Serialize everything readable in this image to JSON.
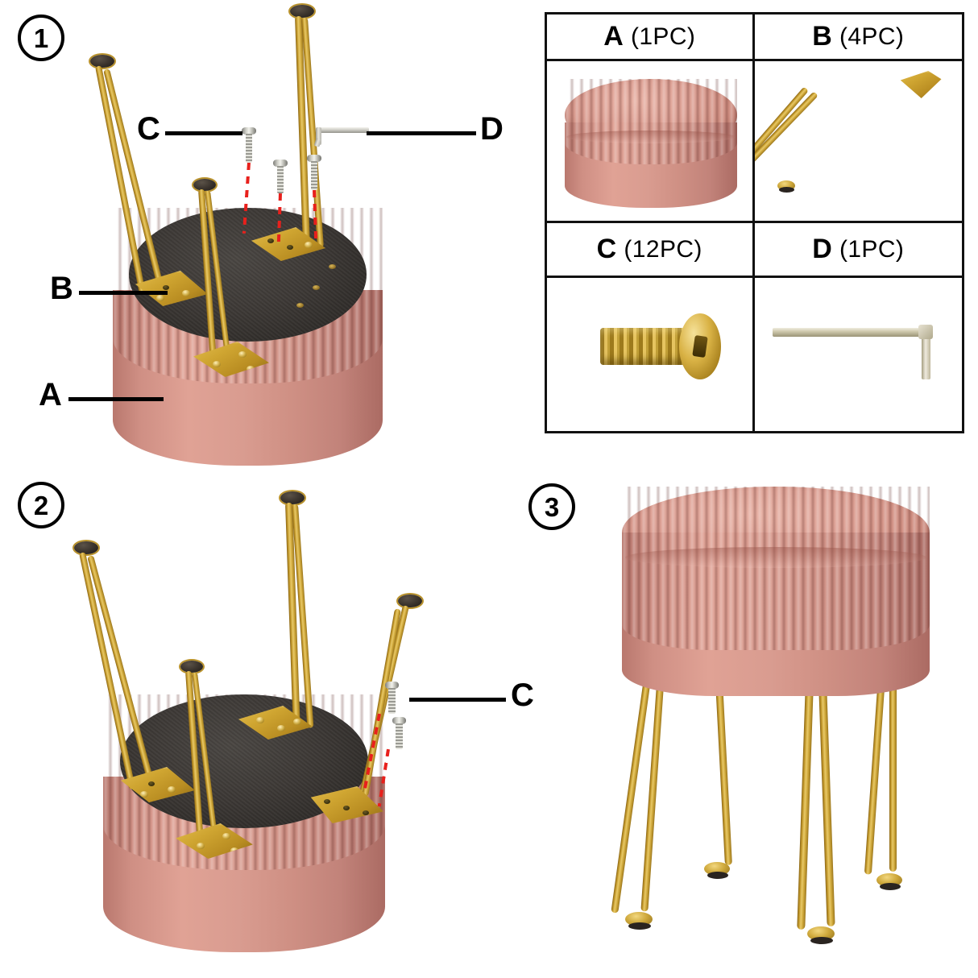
{
  "document": {
    "type": "furniture-assembly-instructions",
    "product": "round pleated velvet ottoman stool with gold hairpin legs"
  },
  "steps": [
    {
      "number": "1",
      "callouts": [
        {
          "letter": "C",
          "points_to": "screw"
        },
        {
          "letter": "D",
          "points_to": "hex-key"
        },
        {
          "letter": "B",
          "points_to": "leg-mounting-bracket"
        },
        {
          "letter": "A",
          "points_to": "ottoman-base"
        }
      ]
    },
    {
      "number": "2",
      "callouts": [
        {
          "letter": "C",
          "points_to": "screw"
        }
      ]
    },
    {
      "number": "3",
      "callouts": []
    }
  ],
  "parts_table": {
    "cells": [
      {
        "id": "A",
        "letter": "A",
        "count": "(1PC)",
        "item": "ottoman-cushion-base"
      },
      {
        "id": "B",
        "letter": "B",
        "count": "(4PC)",
        "item": "gold-hairpin-leg"
      },
      {
        "id": "C",
        "letter": "C",
        "count": "(12PC)",
        "item": "gold-screw"
      },
      {
        "id": "D",
        "letter": "D",
        "count": "(1PC)",
        "item": "hex-allen-key"
      }
    ]
  },
  "colors": {
    "velvet_pink": "#d99c90",
    "velvet_pink_dark": "#b9786e",
    "gold": "#c49a2c",
    "gold_light": "#e8c969",
    "base_fabric_dark": "#3c3835",
    "guide_line_red": "#e8201c",
    "ink_black": "#000000",
    "screw_silver": "#cfcfc8"
  }
}
